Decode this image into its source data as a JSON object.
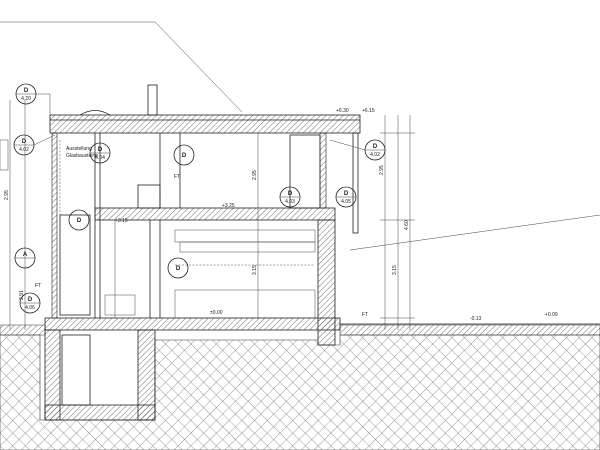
{
  "drawing": {
    "detail_markers": [
      {
        "letter": "D",
        "ref": "4.20"
      },
      {
        "letter": "D",
        "ref": "4.02"
      },
      {
        "letter": "D",
        "ref": "4.04"
      },
      {
        "letter": "D",
        "ref": ""
      },
      {
        "letter": "D",
        "ref": "4.02"
      },
      {
        "letter": "D",
        "ref": "4.03"
      },
      {
        "letter": "D",
        "ref": "4.05"
      },
      {
        "letter": "D",
        "ref": ""
      },
      {
        "letter": "A",
        "ref": ""
      },
      {
        "letter": "D",
        "ref": "4.06"
      },
      {
        "letter": "D",
        "ref": ""
      }
    ],
    "annotation_lines": [
      "Ausstellung",
      "Glasbausteine"
    ],
    "level_labels": [
      "+6.30",
      "+6.15",
      "+3.25",
      "+3.15",
      "±0.00",
      "-0.13",
      "+0.09"
    ],
    "ft_label": "FT",
    "dimension_labels": [
      "2.95",
      "2.95",
      "2.95",
      "3.15",
      "4.60",
      "3.15",
      "2.91"
    ],
    "colors": {
      "ink": "#222222",
      "paper": "#ffffff"
    }
  }
}
